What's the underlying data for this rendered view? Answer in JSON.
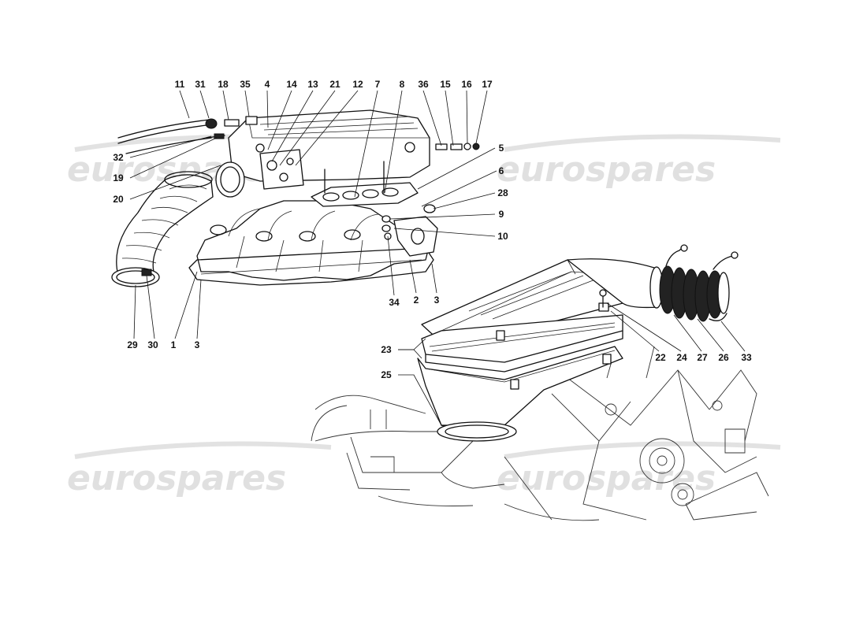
{
  "watermark": {
    "text": "eurospares",
    "color": "#d9d9d9"
  },
  "callouts": [
    {
      "id": "11",
      "text": "11"
    },
    {
      "id": "31",
      "text": "31"
    },
    {
      "id": "18",
      "text": "18"
    },
    {
      "id": "35",
      "text": "35"
    },
    {
      "id": "4",
      "text": "4"
    },
    {
      "id": "14",
      "text": "14"
    },
    {
      "id": "13",
      "text": "13"
    },
    {
      "id": "21",
      "text": "21"
    },
    {
      "id": "12",
      "text": "12"
    },
    {
      "id": "7",
      "text": "7"
    },
    {
      "id": "8",
      "text": "8"
    },
    {
      "id": "36",
      "text": "36"
    },
    {
      "id": "15",
      "text": "15"
    },
    {
      "id": "16",
      "text": "16"
    },
    {
      "id": "17",
      "text": "17"
    },
    {
      "id": "5",
      "text": "5"
    },
    {
      "id": "6",
      "text": "6"
    },
    {
      "id": "28",
      "text": "28"
    },
    {
      "id": "9",
      "text": "9"
    },
    {
      "id": "10",
      "text": "10"
    },
    {
      "id": "32",
      "text": "32"
    },
    {
      "id": "19",
      "text": "19"
    },
    {
      "id": "20",
      "text": "20"
    },
    {
      "id": "29",
      "text": "29"
    },
    {
      "id": "30",
      "text": "30"
    },
    {
      "id": "1",
      "text": "1"
    },
    {
      "id": "3a",
      "text": "3"
    },
    {
      "id": "34",
      "text": "34"
    },
    {
      "id": "2",
      "text": "2"
    },
    {
      "id": "3b",
      "text": "3"
    },
    {
      "id": "23",
      "text": "23"
    },
    {
      "id": "25",
      "text": "25"
    },
    {
      "id": "22",
      "text": "22"
    },
    {
      "id": "24",
      "text": "24"
    },
    {
      "id": "27",
      "text": "27"
    },
    {
      "id": "26",
      "text": "26"
    },
    {
      "id": "33",
      "text": "33"
    }
  ]
}
